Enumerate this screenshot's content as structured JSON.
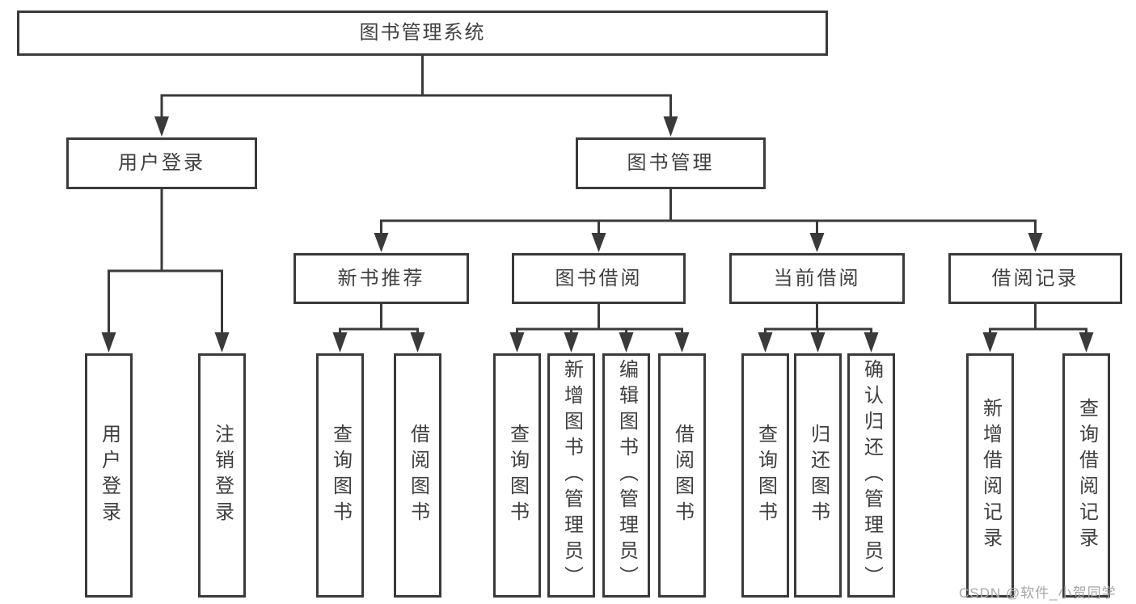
{
  "diagram": {
    "title": "图书管理系统",
    "user_login": {
      "label": "用户登录",
      "children": [
        "用户登录",
        "注销登录"
      ]
    },
    "book_management": {
      "label": "图书管理",
      "new_books": {
        "label": "新书推荐",
        "children": [
          "查询图书",
          "借阅图书"
        ]
      },
      "borrowing": {
        "label": "图书借阅",
        "children": [
          "查询图书",
          "新增图书（管理员）",
          "编辑图书（管理员）",
          "借阅图书"
        ]
      },
      "current": {
        "label": "当前借阅",
        "children": [
          "查询图书",
          "归还图书",
          "确认归还（管理员）"
        ]
      },
      "records": {
        "label": "借阅记录",
        "children": [
          "新增借阅记录",
          "查询借阅记录"
        ]
      }
    }
  },
  "watermark": "CSDN @软件_小贺同学",
  "colors": {
    "line": "#3a3a3a",
    "box_border": "#3a3a3a",
    "text": "#3f3f3f",
    "watermark": "#a6a6a6",
    "background": "#ffffff"
  }
}
